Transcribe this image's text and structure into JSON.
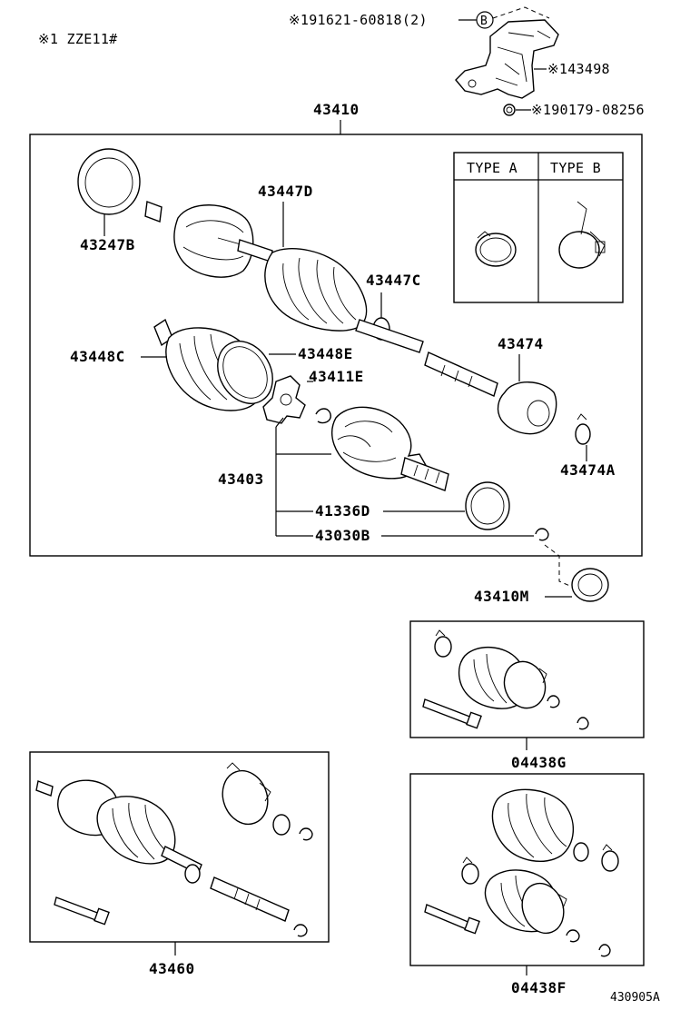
{
  "note": "※1  ZZE11#",
  "parts": {
    "bolt": "※191621-60818(2)",
    "bolt_ref": "B",
    "bracket": "※143498",
    "nut": "※190179-08256",
    "shaft_assy": "43410",
    "ring_outer": "43247B",
    "boot_outer": "43447D",
    "clamp_outer": "43447C",
    "boot_inner": "43448C",
    "boot_band": "43448E",
    "tripod": "43411E",
    "inner_joint": "43403",
    "damper": "43474",
    "damper_clamp": "43474A",
    "seal_ring": "41336D",
    "snap_ring": "43030B",
    "seal": "43410M",
    "boot_kit_g": "04438G",
    "outboard_joint": "43460",
    "boot_kit_f": "04438F"
  },
  "type_box": {
    "type_a": "TYPE  A",
    "type_b": "TYPE  B"
  },
  "figure_id": "430905A"
}
